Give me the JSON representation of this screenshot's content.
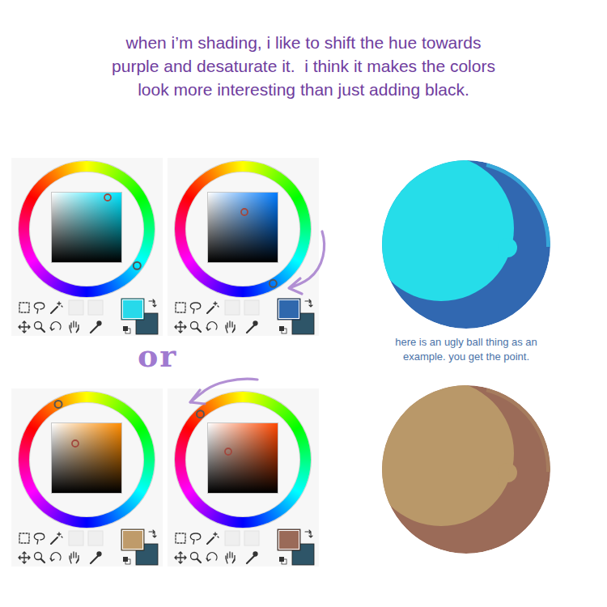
{
  "diagram": {
    "title": "when i’m shading, i like to shift the hue towards purple and desaturate it.  i think it makes the colors look more interesting than just adding black.",
    "labels": [
      "or",
      "here is an ugly ball thing as an example. you get the point."
    ]
  }
}
